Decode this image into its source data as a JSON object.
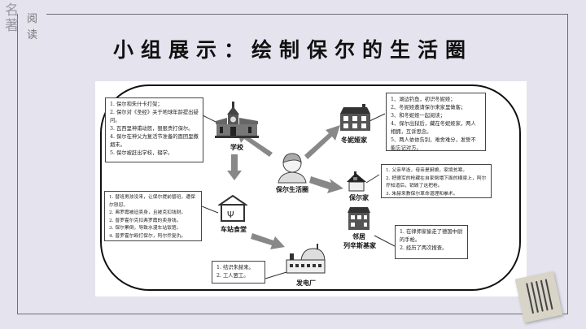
{
  "logo": {
    "a": "名著",
    "b": "阅读"
  },
  "title": "小组展示：绘制保尔的生活圈",
  "center": {
    "label": "保尔生活圈"
  },
  "places": {
    "school": {
      "label": "学校",
      "notes": [
        "1. 保尔和朱什卡打架；",
        "2. 保尔对《圣经》关于地球年龄提出疑问。",
        "3. 瓦西里神甫动怒，狠狠责打保尔。",
        "4. 保尔在神父为复活节准备的面团里撒烟末。",
        "5. 保尔被赶出学校，辍学。"
      ]
    },
    "tonya": {
      "label": "冬妮娅家",
      "notes": [
        "1、湖边钓鱼，初识冬妮娅；",
        "2、冬妮娅邀请保尔来家里做客；",
        "3、和冬妮娅一起阅读；",
        "4、保尔出狱后，藏在冬妮娅家，两人相拥，互诉思念。",
        "5、两人依依告别，难舍难分，发誓不能忘记对方。"
      ]
    },
    "canteen": {
      "label": "车站食堂",
      "notes": [
        "1. 替班男孩没来，让保尔提前替班，遭保尔怒怼。",
        "2. 弗罗霞被迫卖身，且被克扣钱财。",
        "2. 普罗霍尔克扣弗罗霞的卖身钱。",
        "3. 保尔累倒，导致水漫车站饭馆。",
        "4. 普罗霍尔殴打保尔，阿尔乔复仇。"
      ]
    },
    "home": {
      "label": "保尔家",
      "notes": [
        "1. 父亲早逝，母亲是厨娘，家境贫寒。",
        "2. 把德军的枪藏在自家倒塌下面的横梁上，阿尔乔知道后，销毁了这把枪。",
        "3. 朱赫来教保尔革命道理和拳术。"
      ]
    },
    "neighbor": {
      "label": "邻居\n列辛斯基家",
      "label1": "邻居",
      "label2": "列辛斯基家",
      "notes": [
        "1. 在律师家偷走了德国中尉的手枪。",
        "2. 经历了两次搜查。"
      ]
    },
    "plant": {
      "label": "发电厂",
      "notes": [
        "1. 结识朱赫来。",
        "2. 工人罢工。"
      ]
    }
  }
}
